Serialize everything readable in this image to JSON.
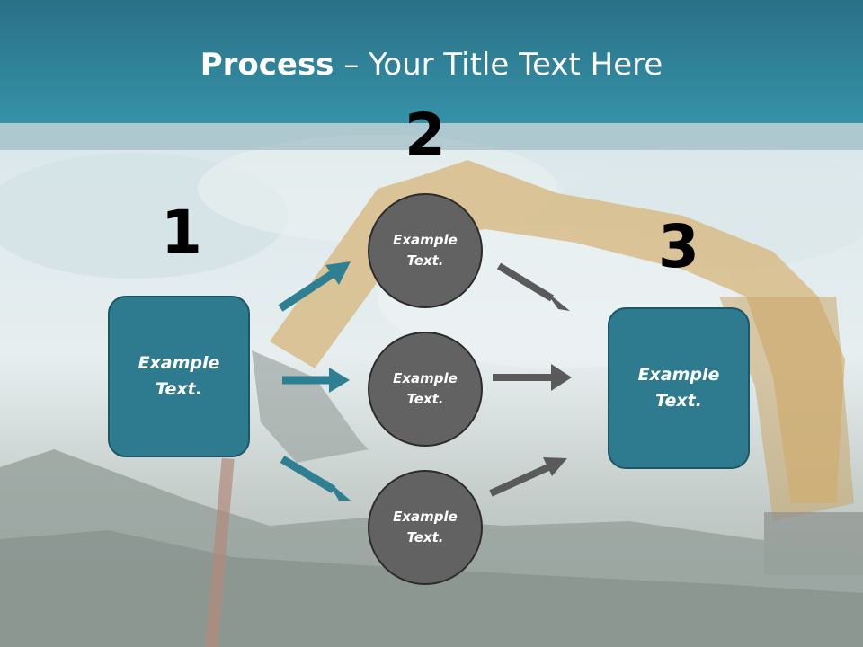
{
  "slide": {
    "title_bold": "Process",
    "title_rest": " – Your Title Text Here"
  },
  "steps": {
    "step1_number": "1",
    "step2_number": "2",
    "step3_number": "3"
  },
  "boxes": {
    "left_text": "Example Text.",
    "right_text": "Example Text."
  },
  "circles": {
    "top_text": "Example Text.",
    "middle_text": "Example Text.",
    "bottom_text": "Example Text."
  },
  "colors": {
    "title_bar": "#3592a8",
    "box_fill": "#2e7b90",
    "circle_fill": "#636262",
    "arrow_teal": "#2f7f93",
    "arrow_gray": "#5a5a5a"
  }
}
